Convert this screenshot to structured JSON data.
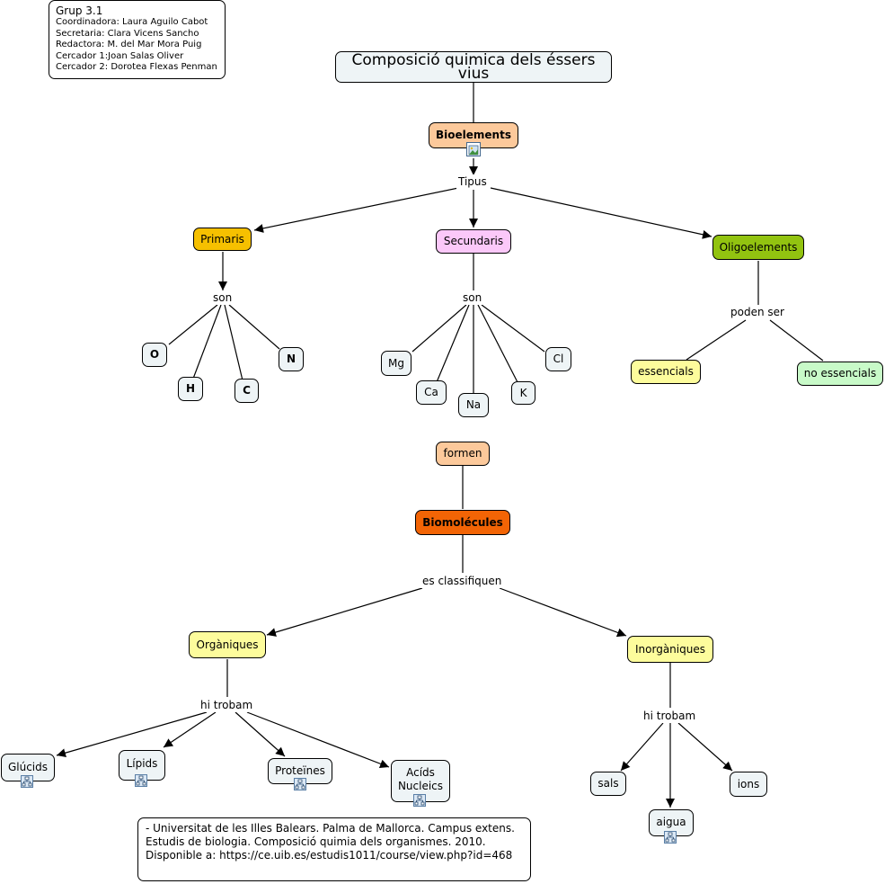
{
  "group_info": {
    "title": "Grup 3.1",
    "lines": [
      "Coordinadora: Laura Aguilo Cabot",
      "Secretaria: Clara Vicens Sancho",
      "Redactora: M. del Mar Mora Puig",
      "Cercador 1:Joan Salas Oliver",
      "Cercador 2: Dorotea Flexas Penman"
    ]
  },
  "nodes": {
    "main_title": "Composició quimica dels éssers vius",
    "bioelements": "Bioelements",
    "primaris": "Primaris",
    "secundaris": "Secundaris",
    "oligoelements": "Oligoelements",
    "O": "O",
    "H": "H",
    "C": "C",
    "N": "N",
    "Mg": "Mg",
    "Ca": "Ca",
    "Na": "Na",
    "K": "K",
    "Cl": "Cl",
    "essencials": "essencials",
    "no_essencials": "no essencials",
    "formen": "formen",
    "biomolecules": "Biomolécules",
    "organiques": "Orgàniques",
    "inorganiques": "Inorgàniques",
    "glucids": "Glúcids",
    "lipids": "Lípids",
    "proteines": "Proteïnes",
    "acids_line1": "Acíds",
    "acids_line2": "Nucleics",
    "sals": "sals",
    "aigua": "aigua",
    "ions": "ions"
  },
  "links": {
    "tipus": "Tipus",
    "son_primaris": "son",
    "son_secundaris": "son",
    "poden_ser": "poden ser",
    "es_classifiquen": "es classifiquen",
    "hi_trobam_org": "hi trobam",
    "hi_trobam_inorg": "hi trobam"
  },
  "reference": {
    "lines": [
      "- Universitat de les Illes Balears. Palma de Mallorca. Campus extens.",
      "Estudis de biologia. Composició quimia dels organismes. 2010.",
      "Disponible a: https://ce.uib.es/estudis1011/course/view.php?id=468"
    ]
  },
  "colors": {
    "default_node": "#eef4f6",
    "bioelements": "#fcc99b",
    "primaris": "#f6c000",
    "secundaris": "#fbc8f9",
    "oligoelements": "#92c310",
    "essencials": "#fdfc9c",
    "no_essencials": "#c8fac8",
    "formen": "#fcc99b",
    "biomolecules": "#f26405",
    "organiques": "#fdfc9c",
    "inorganiques": "#fdfc9c"
  },
  "icons": [
    "image-icon",
    "concept-map-icon"
  ]
}
